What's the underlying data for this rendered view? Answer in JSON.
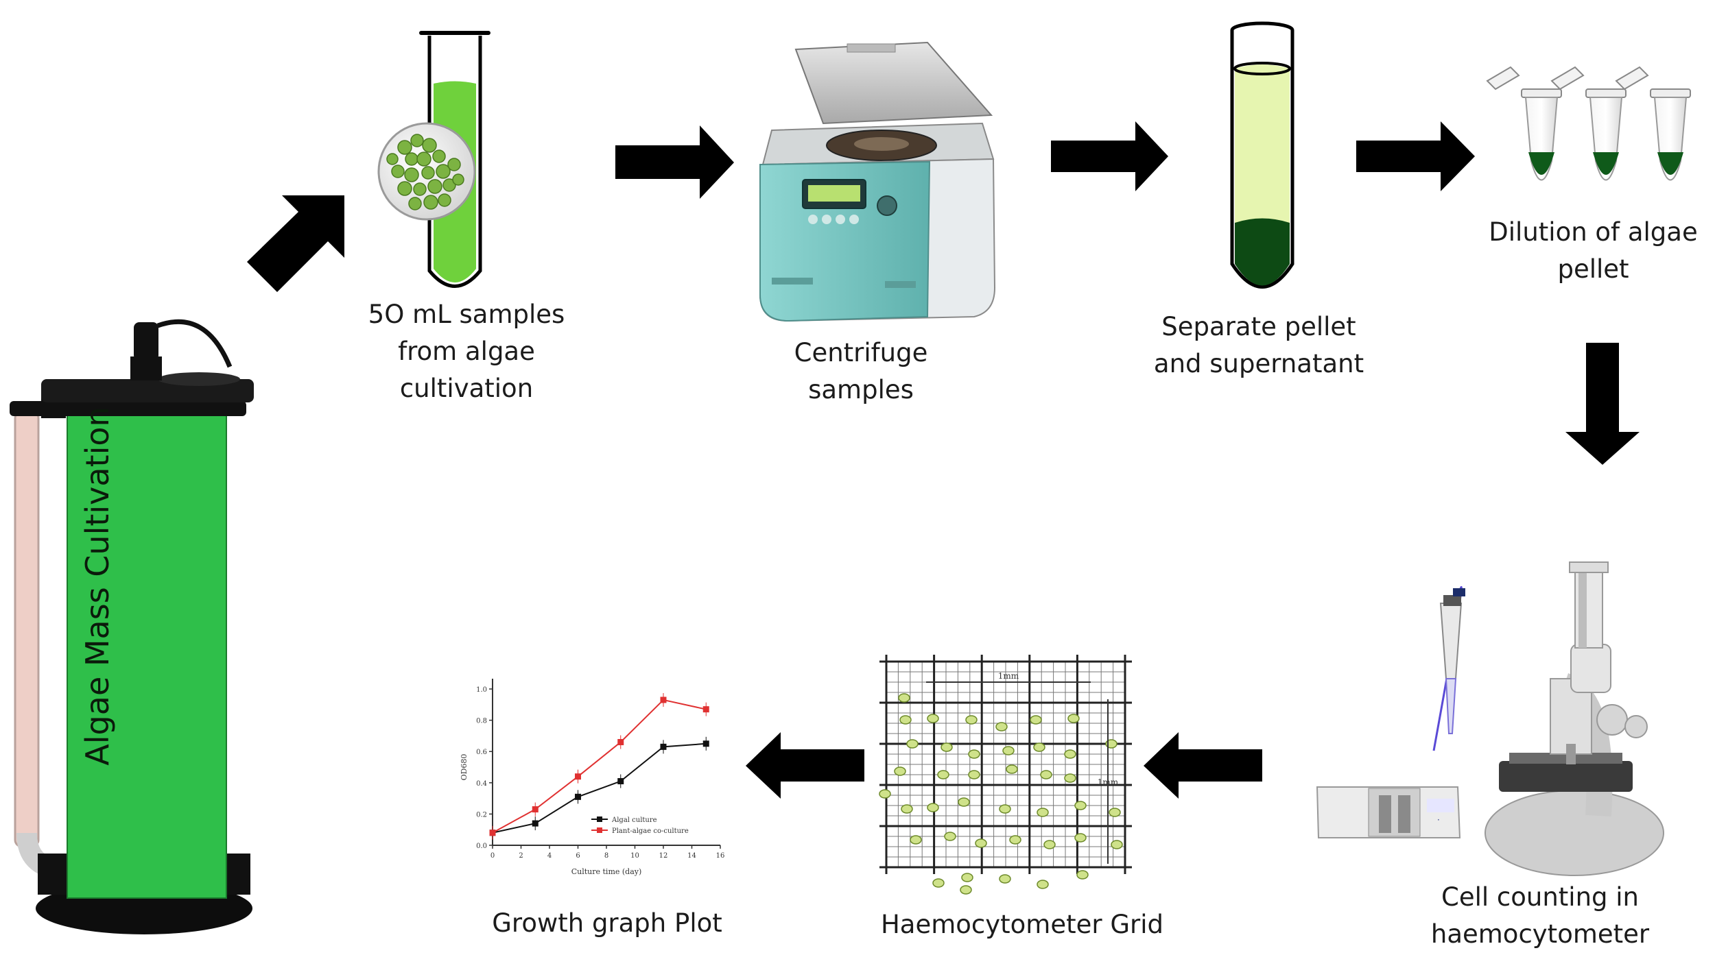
{
  "title": "",
  "colors": {
    "algae_green": "#2fbf4a",
    "culture_green": "#6fd13c",
    "pellet_green": "#0d4a14",
    "supernatant": "#e6f5b0",
    "arrow": "#000000",
    "centrifuge_teal": "#7fc9c6",
    "red_series": "#e03131",
    "black_series": "#111111"
  },
  "steps": [
    {
      "id": "cultivation",
      "label": [
        "Algae Mass Cultivation"
      ],
      "icon": "photobioreactor-icon"
    },
    {
      "id": "sampling",
      "label": [
        "5O mL samples",
        "from algae",
        "cultivation"
      ],
      "icon": "test-tube-icon"
    },
    {
      "id": "centrifuge",
      "label": [
        "Centrifuge",
        "samples"
      ],
      "icon": "centrifuge-icon"
    },
    {
      "id": "separate",
      "label": [
        "Separate pellet",
        "and supernatant"
      ],
      "icon": "pellet-tube-icon"
    },
    {
      "id": "dilution",
      "label": [
        "Dilution of algae",
        "pellet"
      ],
      "icon": "microtube-icon"
    },
    {
      "id": "counting",
      "label": [
        "Cell counting in",
        "haemocytometer"
      ],
      "icon": "microscope-icon"
    },
    {
      "id": "grid",
      "label": [
        "Haemocytometer Grid"
      ],
      "icon": "counting-grid-icon"
    },
    {
      "id": "growth",
      "label": [
        "Growth graph Plot"
      ],
      "icon": "growth-chart-icon"
    }
  ],
  "grid_marks": {
    "top": "1mm",
    "side": "1mm"
  },
  "chart_data": {
    "type": "line",
    "xlabel": "Culture time (day)",
    "ylabel": "OD680",
    "xlim": [
      0,
      16
    ],
    "ylim": [
      0,
      1.0
    ],
    "x_ticks": [
      "0",
      "2",
      "4",
      "6",
      "8",
      "10",
      "12",
      "14",
      "16"
    ],
    "y_ticks": [
      "0.0",
      "0.2",
      "0.4",
      "0.6",
      "0.8",
      "1.0"
    ],
    "legend_position": "center-right",
    "series": [
      {
        "name": "Algal culture",
        "color": "#111111",
        "x": [
          0,
          3,
          6,
          9,
          12,
          15
        ],
        "values": [
          0.08,
          0.14,
          0.31,
          0.41,
          0.63,
          0.65
        ]
      },
      {
        "name": "Plant-algae co-culture",
        "color": "#e03131",
        "x": [
          0,
          3,
          6,
          9,
          12,
          15
        ],
        "values": [
          0.08,
          0.23,
          0.44,
          0.66,
          0.93,
          0.87
        ]
      }
    ]
  }
}
